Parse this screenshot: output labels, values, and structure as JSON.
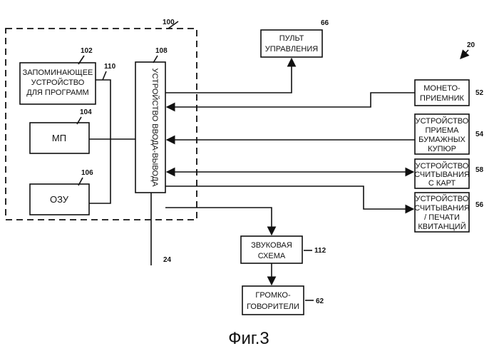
{
  "figure_caption": "Фиг.3",
  "system": {
    "ref": "100"
  },
  "system_20": {
    "ref": "20"
  },
  "blocks": {
    "program_memory": {
      "lines": [
        "ЗАПОМИНАЮЩЕЕ",
        "УСТРОЙСТВО",
        "ДЛЯ ПРОГРАММ"
      ],
      "ref": "102"
    },
    "bus_110": {
      "ref": "110"
    },
    "mp": {
      "label": "МП",
      "ref": "104"
    },
    "ram": {
      "label": "ОЗУ",
      "ref": "106"
    },
    "io": {
      "label": "УСТРОЙСТВО ВВОДА-ВЫВОДА",
      "ref": "108"
    },
    "control_panel": {
      "lines": [
        "ПУЛЬТ",
        "УПРАВЛЕНИЯ"
      ],
      "ref": "66"
    },
    "coin_acceptor": {
      "lines": [
        "МОНЕТО-",
        "ПРИЕМНИК"
      ],
      "ref": "52"
    },
    "bill_acceptor": {
      "lines": [
        "УСТРОЙСТВО",
        "ПРИЕМА",
        "БУМАЖНЫХ",
        "КУПЮР"
      ],
      "ref": "54"
    },
    "card_reader": {
      "lines": [
        "УСТРОЙСТВО",
        "СЧИТЫВАНИЯ",
        "С КАРТ"
      ],
      "ref": "58"
    },
    "ticket_reader_printer": {
      "lines": [
        "УСТРОЙСТВО",
        "СЧИТЫВАНИЯ",
        "/ ПЕЧАТИ",
        "КВИТАНЦИЙ"
      ],
      "ref": "56"
    },
    "sound_circuit": {
      "lines": [
        "ЗВУКОВАЯ",
        "СХЕМА"
      ],
      "ref": "112"
    },
    "speakers": {
      "lines": [
        "ГРОМКО-",
        "ГОВОРИТЕЛИ"
      ],
      "ref": "62"
    },
    "line_24": {
      "ref": "24"
    }
  }
}
